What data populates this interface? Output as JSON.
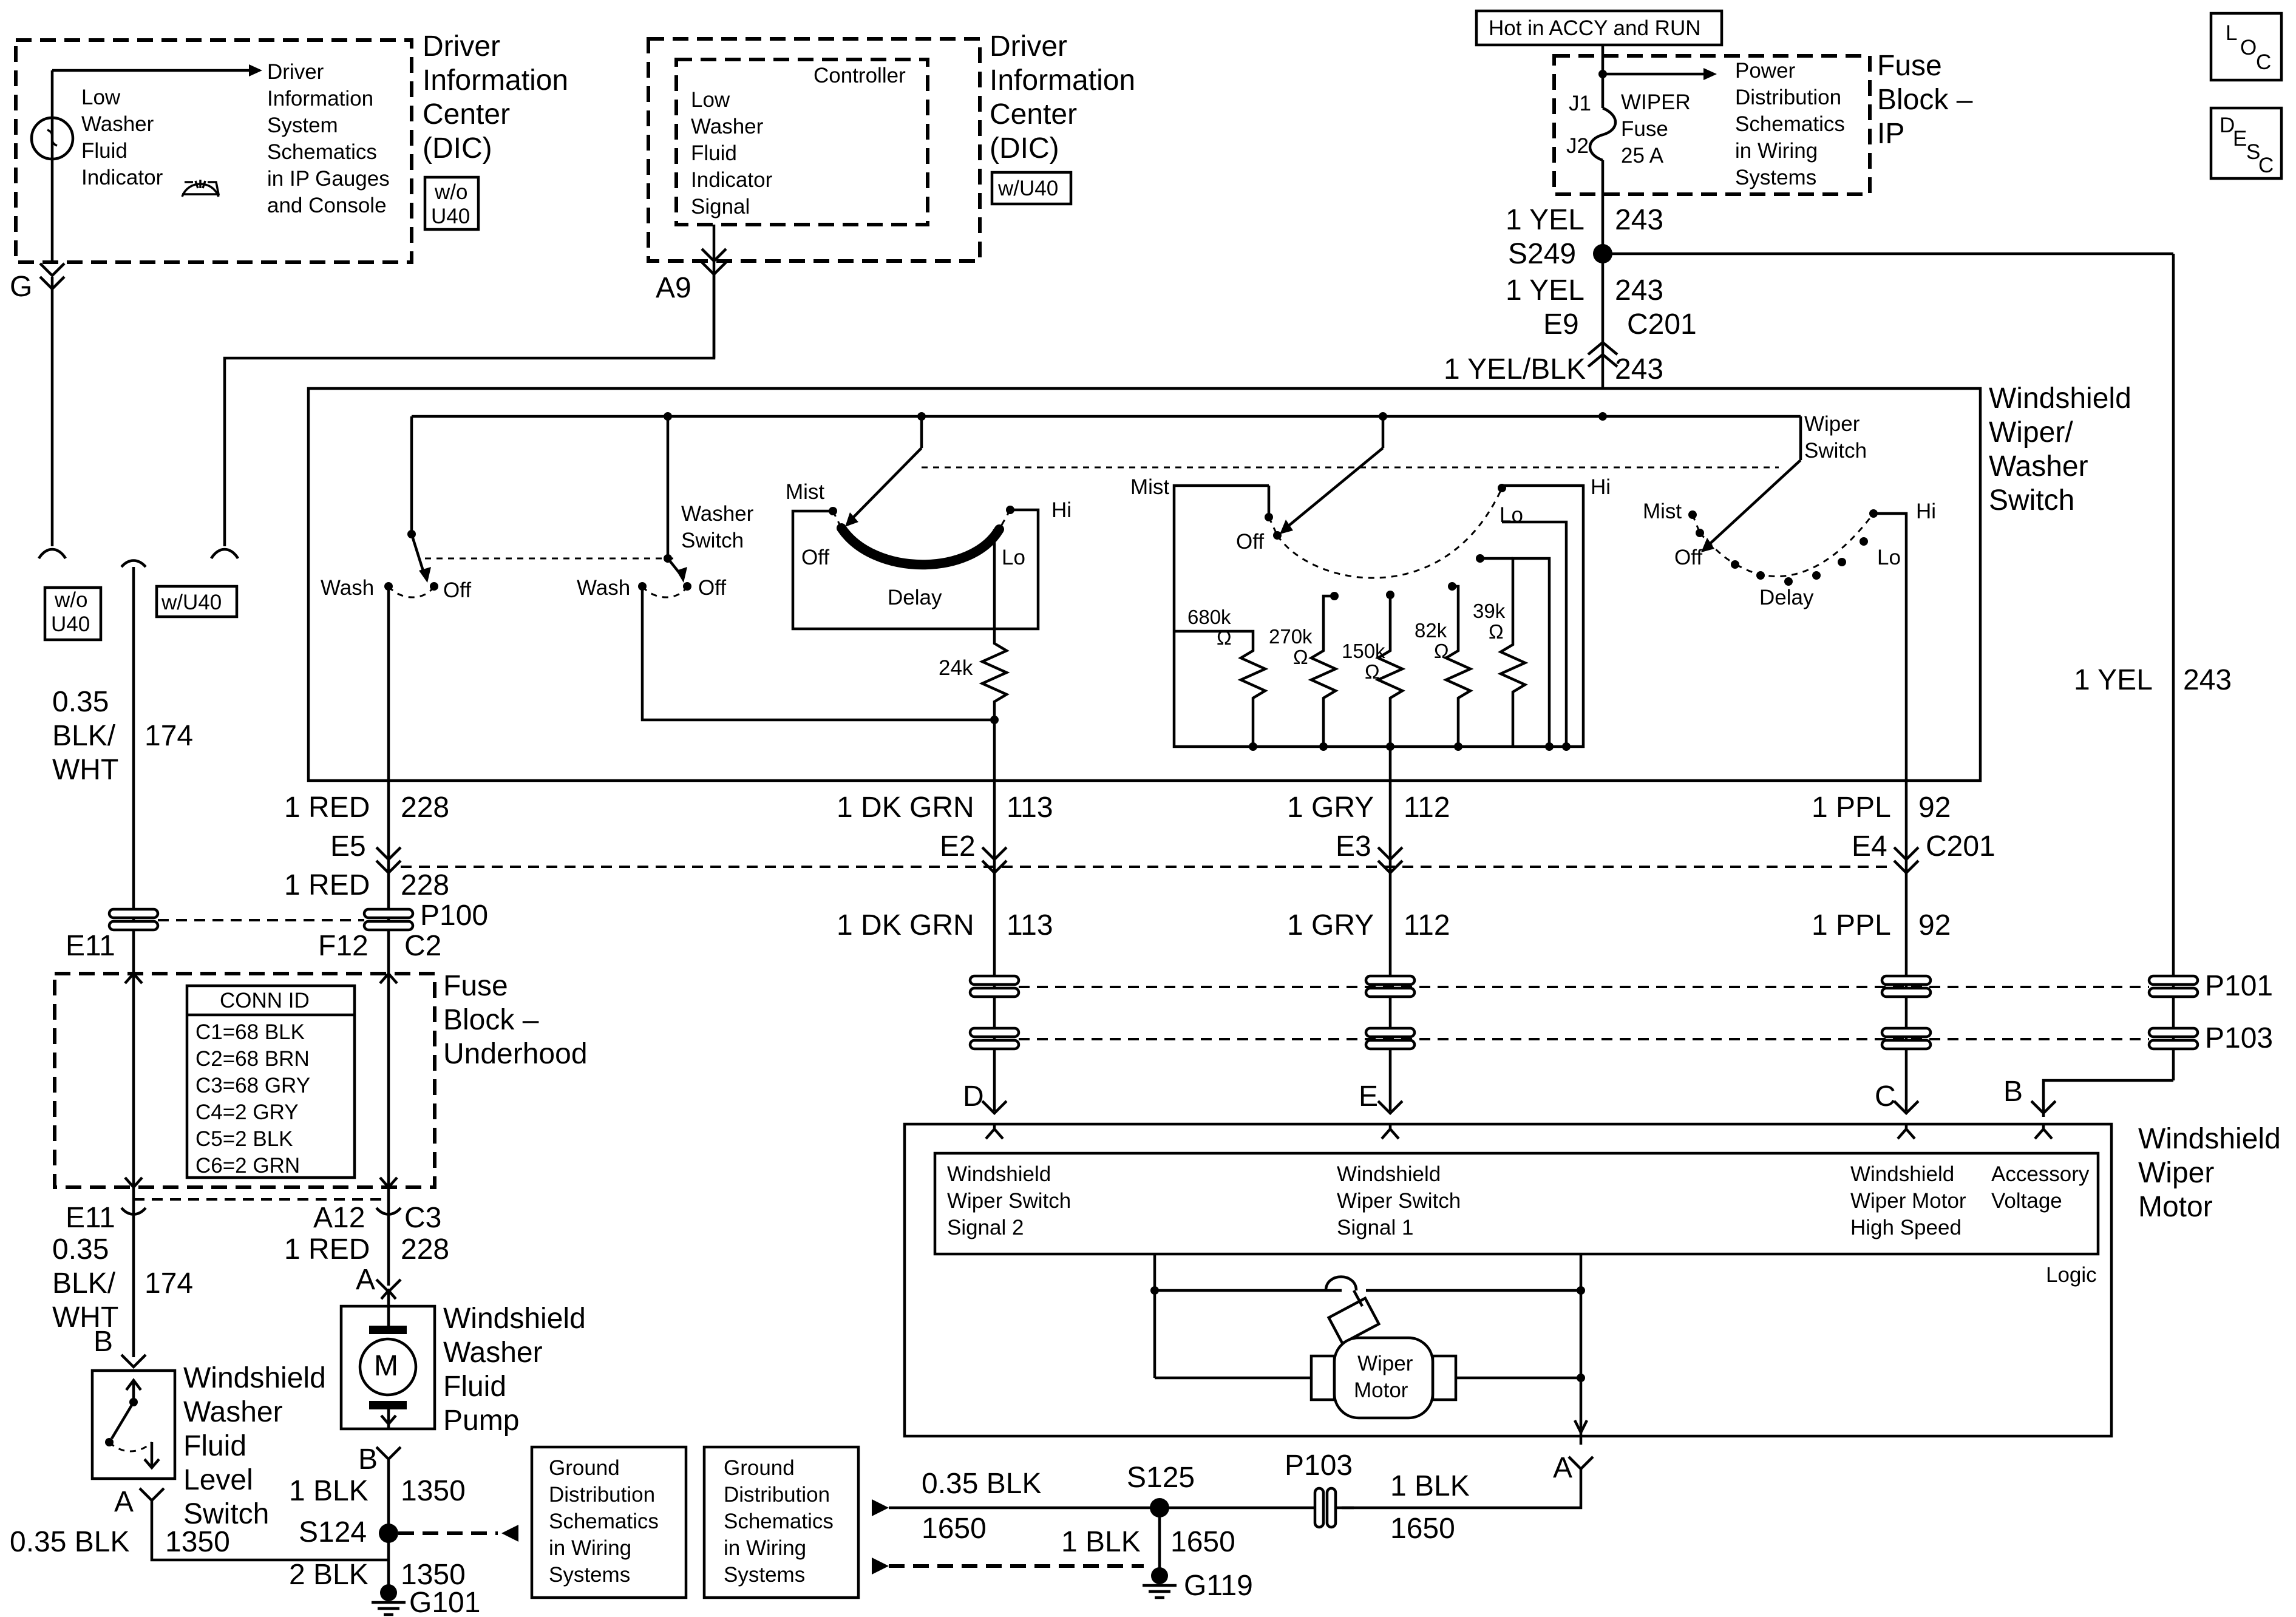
{
  "top": {
    "hot_label": "Hot in ACCY and RUN",
    "loc": "LOC",
    "desc": "DESC"
  },
  "dic_left": {
    "title": "Driver Information Center (DIC)",
    "option": "w/o U40",
    "indicator_label": "Low Washer Fluid Indicator",
    "ref_text": "Driver Information System Schematics in IP Gauges and Console",
    "pin": "G"
  },
  "dic_center": {
    "title": "Driver Information Center (DIC)",
    "option": "w/U40",
    "controller": "Controller",
    "signal": "Low Washer Fluid Indicator Signal",
    "pin": "A9"
  },
  "fuse_ip": {
    "title": "Fuse Block – IP",
    "j1": "J1",
    "j2": "J2",
    "fuse": "WIPER Fuse 25 A",
    "ref_text": "Power Distribution Schematics in Wiring Systems"
  },
  "wires": {
    "w243a_ga": "1 YEL",
    "w243a_ckt": "243",
    "s249": "S249",
    "w243b_ga": "1 YEL",
    "w243b_ckt": "243",
    "e9": "E9",
    "c201a": "C201",
    "w243c_ga": "1 YEL/BLK",
    "w243c_ckt": "243",
    "w243r_ga": "1 YEL",
    "w243r_ckt": "243",
    "wo_u40": "w/o U40",
    "w_u40": "w/U40",
    "w174_ga": "0.35 BLK/ WHT",
    "w174_ckt": "174",
    "w228a_ga": "1 RED",
    "w228a_ckt": "228",
    "e5": "E5",
    "w228b_ga": "1 RED",
    "w228b_ckt": "228",
    "w113a_ga": "1 DK GRN",
    "w113a_ckt": "113",
    "e2": "E2",
    "w113b_ga": "1 DK GRN",
    "w113b_ckt": "113",
    "w112a_ga": "1 GRY",
    "w112a_ckt": "112",
    "e3": "E3",
    "w112b_ga": "1 GRY",
    "w112b_ckt": "112",
    "w92a_ga": "1 PPL",
    "w92a_ckt": "92",
    "e4": "E4",
    "c201b": "C201",
    "w92b_ga": "1 PPL",
    "w92b_ckt": "92",
    "p100": "P100",
    "e11a": "E11",
    "f12": "F12",
    "c2": "C2",
    "p101": "P101",
    "p103a": "P103",
    "pin_d": "D",
    "pin_e": "E",
    "pin_c": "C",
    "pin_b_motor": "B",
    "e11b": "E11",
    "a12": "A12",
    "c3": "C3",
    "w174b_ga": "0.35 BLK/ WHT",
    "w174b_ckt": "174",
    "w228c_ga": "1 RED",
    "w228c_ckt": "228",
    "pin_b_switch": "B",
    "pin_a_pump": "A",
    "pin_a_switch": "A",
    "pin_b_pump": "B",
    "w1350a_ga": "1 BLK",
    "w1350a_ckt": "1350",
    "w1350b_ga": "0.35 BLK",
    "w1350b_ckt": "1350",
    "s124": "S124",
    "w1350c_ga": "2 BLK",
    "w1350c_ckt": "1350",
    "g101": "G101",
    "w1650a_ga": "0.35 BLK",
    "w1650a_ckt": "1650",
    "s125": "S125",
    "p103b": "P103",
    "w1650b_ga": "1 BLK",
    "w1650b_ckt": "1650",
    "w1650c_ga": "1 BLK",
    "w1650c_ckt": "1650",
    "g119": "G119",
    "pin_a_motor": "A"
  },
  "switch": {
    "title": "Windshield Wiper/ Washer Switch",
    "washer_switch": "Washer Switch",
    "wiper_switch": "Wiper Switch",
    "wash1": "Wash",
    "off1": "Off",
    "wash2": "Wash",
    "off2": "Off",
    "mist1": "Mist",
    "off3": "Off",
    "hi1": "Hi",
    "lo1": "Lo",
    "delay1": "Delay",
    "r24k": "24k",
    "mist2": "Mist",
    "off4": "Off",
    "lo2": "Lo",
    "hi2": "Hi",
    "r680k": "680k Ω",
    "r270k": "270k Ω",
    "r150k": "150k Ω",
    "r82k": "82k Ω",
    "r39k": "39k Ω",
    "mist3": "Mist",
    "off5": "Off",
    "hi3": "Hi",
    "lo3": "Lo",
    "delay2": "Delay"
  },
  "fuse_uh": {
    "title": "Fuse Block – Underhood",
    "conn_id_title": "CONN ID",
    "conn_ids": [
      "C1=68 BLK",
      "C2=68 BRN",
      "C3=68 GRY",
      "C4=2 GRY",
      "C5=2 BLK",
      "C6=2 GRN"
    ]
  },
  "motor": {
    "title": "Windshield Wiper Motor",
    "sig2": "Windshield Wiper Switch Signal 2",
    "sig1": "Windshield Wiper Switch Signal 1",
    "hs": "Windshield Wiper Motor High Speed",
    "acc": "Accessory Voltage",
    "logic": "Logic",
    "motor_label": "Wiper Motor"
  },
  "pump": {
    "title": "Windshield Washer Fluid Pump",
    "m": "M"
  },
  "level_switch": {
    "title": "Windshield Washer Fluid Level Switch"
  },
  "ground_ref1": {
    "text": "Ground Distribution Schematics in Wiring Systems"
  },
  "ground_ref2": {
    "text": "Ground Distribution Schematics in Wiring Systems"
  }
}
